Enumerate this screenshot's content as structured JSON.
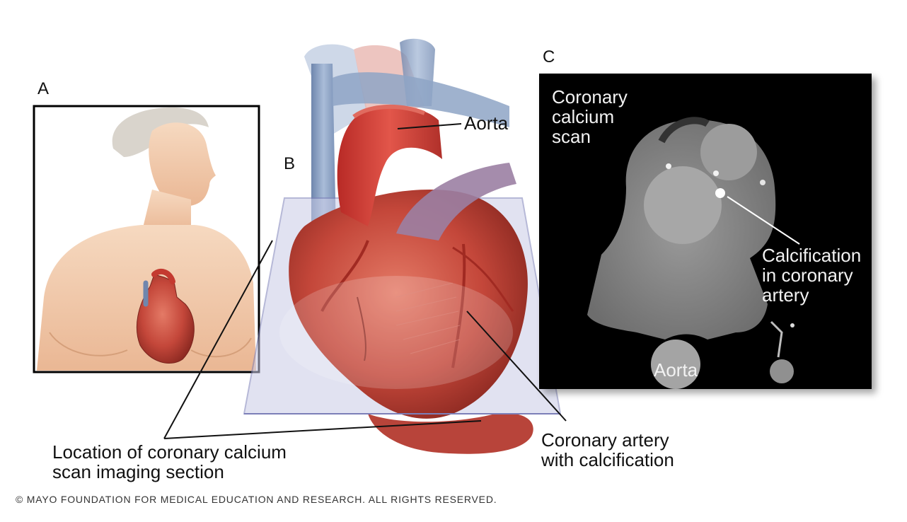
{
  "panels": {
    "a": {
      "letter": "A"
    },
    "b": {
      "letter": "B"
    },
    "c": {
      "letter": "C"
    }
  },
  "labels": {
    "aorta_b": "Aorta",
    "scan_title_lines": [
      "Coronary",
      "calcium",
      "scan"
    ],
    "calcification_lines": [
      "Calcification",
      "in coronary",
      "artery"
    ],
    "aorta_c": "Aorta",
    "location_lines": [
      "Location of coronary calcium",
      "scan imaging section"
    ],
    "artery_lines": [
      "Coronary artery",
      "with calcification"
    ]
  },
  "copyright": "© MAYO FOUNDATION FOR MEDICAL EDUCATION AND RESEARCH. ALL RIGHTS RESERVED.",
  "colors": {
    "heart_red": "#c0392b",
    "aorta_red": "#d8433a",
    "vein_blue": "#8fa6c8",
    "skin": "#f1c9a8",
    "plane": "#c9cbe6",
    "ct_background": "#000000",
    "ct_tissue": "#8c8c8c"
  }
}
